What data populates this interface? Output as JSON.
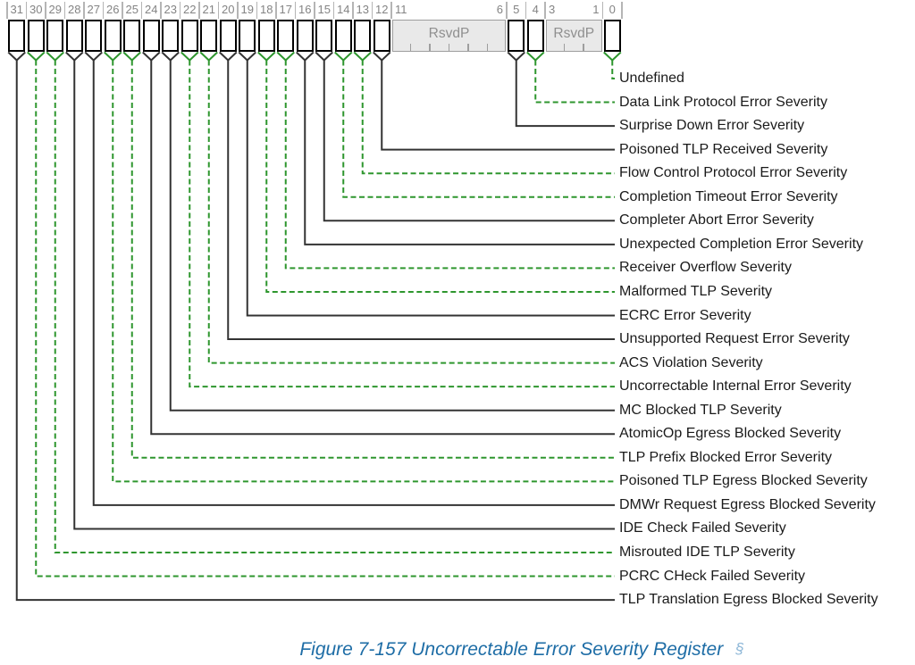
{
  "register": {
    "cells": [
      {
        "type": "bit",
        "num": "31"
      },
      {
        "type": "bit",
        "num": "30"
      },
      {
        "type": "bit",
        "num": "29"
      },
      {
        "type": "bit",
        "num": "28"
      },
      {
        "type": "bit",
        "num": "27"
      },
      {
        "type": "bit",
        "num": "26"
      },
      {
        "type": "bit",
        "num": "25"
      },
      {
        "type": "bit",
        "num": "24"
      },
      {
        "type": "bit",
        "num": "23"
      },
      {
        "type": "bit",
        "num": "22"
      },
      {
        "type": "bit",
        "num": "21"
      },
      {
        "type": "bit",
        "num": "20"
      },
      {
        "type": "bit",
        "num": "19"
      },
      {
        "type": "bit",
        "num": "18"
      },
      {
        "type": "bit",
        "num": "17"
      },
      {
        "type": "bit",
        "num": "16"
      },
      {
        "type": "bit",
        "num": "15"
      },
      {
        "type": "bit",
        "num": "14"
      },
      {
        "type": "bit",
        "num": "13"
      },
      {
        "type": "bit",
        "num": "12"
      },
      {
        "type": "reserved",
        "name": "RsvdP",
        "high": "11",
        "low": "6",
        "span": 6
      },
      {
        "type": "bit",
        "num": "5"
      },
      {
        "type": "bit",
        "num": "4"
      },
      {
        "type": "reserved",
        "name": "RsvdP",
        "high": "3",
        "low": "1",
        "span": 3
      },
      {
        "type": "bit",
        "num": "0"
      }
    ],
    "fields": [
      {
        "bit": "0",
        "label": "Undefined",
        "style": "dashed"
      },
      {
        "bit": "4",
        "label": "Data Link Protocol Error Severity",
        "style": "dashed"
      },
      {
        "bit": "5",
        "label": "Surprise Down Error Severity",
        "style": "solid"
      },
      {
        "bit": "12",
        "label": "Poisoned TLP Received Severity",
        "style": "solid"
      },
      {
        "bit": "13",
        "label": "Flow Control Protocol Error Severity",
        "style": "dashed"
      },
      {
        "bit": "14",
        "label": "Completion Timeout Error Severity",
        "style": "dashed"
      },
      {
        "bit": "15",
        "label": "Completer Abort Error Severity",
        "style": "solid"
      },
      {
        "bit": "16",
        "label": "Unexpected Completion Error Severity",
        "style": "solid"
      },
      {
        "bit": "17",
        "label": "Receiver Overflow Severity",
        "style": "dashed"
      },
      {
        "bit": "18",
        "label": "Malformed TLP Severity",
        "style": "dashed"
      },
      {
        "bit": "19",
        "label": "ECRC Error Severity",
        "style": "solid"
      },
      {
        "bit": "20",
        "label": "Unsupported Request Error Severity",
        "style": "solid"
      },
      {
        "bit": "21",
        "label": "ACS Violation Severity",
        "style": "dashed"
      },
      {
        "bit": "22",
        "label": "Uncorrectable Internal Error Severity",
        "style": "dashed"
      },
      {
        "bit": "23",
        "label": "MC Blocked TLP Severity",
        "style": "solid"
      },
      {
        "bit": "24",
        "label": "AtomicOp Egress Blocked Severity",
        "style": "solid"
      },
      {
        "bit": "25",
        "label": "TLP Prefix Blocked Error Severity",
        "style": "dashed"
      },
      {
        "bit": "26",
        "label": "Poisoned TLP Egress Blocked Severity",
        "style": "dashed"
      },
      {
        "bit": "27",
        "label": "DMWr Request Egress Blocked Severity",
        "style": "solid"
      },
      {
        "bit": "28",
        "label": "IDE Check Failed Severity",
        "style": "solid"
      },
      {
        "bit": "29",
        "label": "Misrouted IDE TLP Severity",
        "style": "dashed"
      },
      {
        "bit": "30",
        "label": "PCRC CHeck Failed Severity",
        "style": "dashed"
      },
      {
        "bit": "31",
        "label": "TLP Translation Egress Blocked Severity",
        "style": "solid"
      }
    ]
  },
  "caption": {
    "text": "Figure 7-157 Uncorrectable Error Severity Register",
    "section_mark": "§"
  },
  "colors": {
    "box_border": "#000000",
    "solid_line": "#333333",
    "dashed_line": "#2e962e",
    "reserved_fill": "#e9e9e9",
    "reserved_border": "#9e9e9e",
    "reserved_text": "#8f8f8f",
    "bit_number": "#848484",
    "separator": "#b5b5b5",
    "label_text": "#1a1a1a",
    "caption": "#1e6da6",
    "section_mark": "#8fb8d8"
  }
}
